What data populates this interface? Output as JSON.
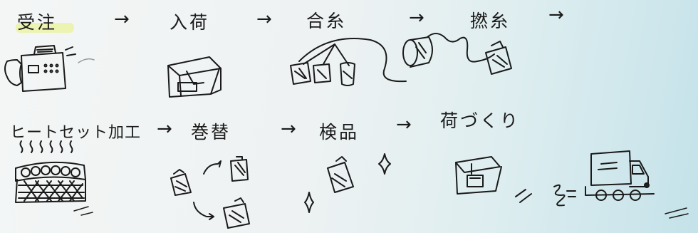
{
  "flow": {
    "row1": [
      {
        "label": "受注"
      },
      {
        "label": "入荷"
      },
      {
        "label": "合糸"
      },
      {
        "label": "撚糸"
      }
    ],
    "row2": [
      {
        "label": "ヒートセット加工"
      },
      {
        "label": "巻替"
      },
      {
        "label": "検品"
      },
      {
        "label": "荷づくり"
      }
    ],
    "arrow_glyph": "→"
  },
  "colors": {
    "ink": "#1a1a1a",
    "highlight": "#e8f078",
    "truck_dot": "#222222"
  },
  "icons": [
    "fax-machine-icon",
    "cardboard-box-icon",
    "yarn-bobbin-icon",
    "twisting-spool-icon",
    "heat-waves-icon",
    "heat-basket-icon",
    "rewind-bobbin-icon",
    "inspection-bobbin-icon",
    "sparkle-icon",
    "packed-box-icon",
    "delivery-truck-icon"
  ]
}
